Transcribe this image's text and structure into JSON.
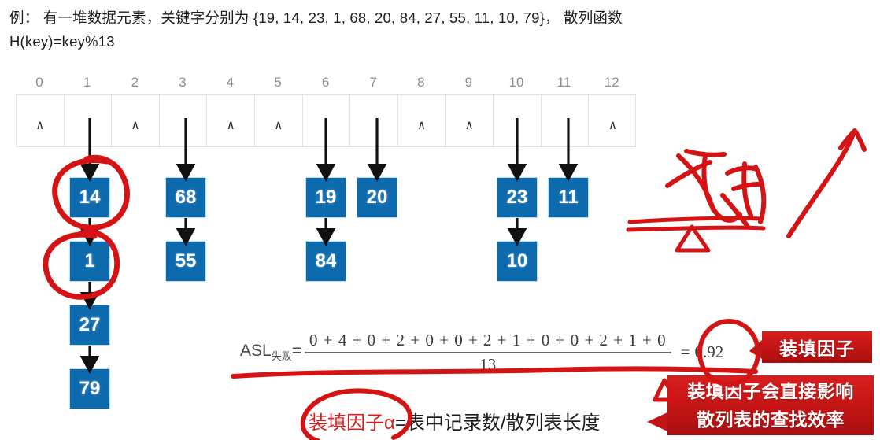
{
  "problem": {
    "line1": "例： 有一堆数据元素，关键字分别为 {19, 14, 23, 1, 68, 20, 84, 27, 55, 11, 10, 79}， 散列函数",
    "line2": "H(key)=key%13"
  },
  "hash_table": {
    "size": 13,
    "indices": [
      "0",
      "1",
      "2",
      "3",
      "4",
      "5",
      "6",
      "7",
      "8",
      "9",
      "10",
      "11",
      "12"
    ],
    "null_symbol": "∧",
    "cells": [
      {
        "index": "0",
        "empty": true,
        "chain": []
      },
      {
        "index": "1",
        "empty": false,
        "chain": [
          "14",
          "1",
          "27",
          "79"
        ]
      },
      {
        "index": "2",
        "empty": true,
        "chain": []
      },
      {
        "index": "3",
        "empty": false,
        "chain": [
          "68",
          "55"
        ]
      },
      {
        "index": "4",
        "empty": true,
        "chain": []
      },
      {
        "index": "5",
        "empty": true,
        "chain": []
      },
      {
        "index": "6",
        "empty": false,
        "chain": [
          "19",
          "84"
        ]
      },
      {
        "index": "7",
        "empty": false,
        "chain": [
          "20"
        ]
      },
      {
        "index": "8",
        "empty": true,
        "chain": []
      },
      {
        "index": "9",
        "empty": true,
        "chain": []
      },
      {
        "index": "10",
        "empty": false,
        "chain": [
          "23",
          "10"
        ]
      },
      {
        "index": "11",
        "empty": false,
        "chain": [
          "11"
        ]
      },
      {
        "index": "12",
        "empty": true,
        "chain": []
      }
    ]
  },
  "nodes": {
    "c1_0": "14",
    "c1_1": "1",
    "c1_2": "27",
    "c1_3": "79",
    "c3_0": "68",
    "c3_1": "55",
    "c6_0": "19",
    "c6_1": "84",
    "c7_0": "20",
    "c10_0": "23",
    "c10_1": "10",
    "c11_0": "11"
  },
  "asl": {
    "label": "ASL",
    "subscript": "失败",
    "equals": "=",
    "numerator": "0 + 4 + 0 + 2 + 0 + 0 + 2 + 1 + 0 + 0 + 2 + 1 + 0",
    "denominator": "13",
    "result_equals": "=",
    "result": "0.92"
  },
  "annotations": {
    "handwriting_success": "成功",
    "callout_factor": "装填因子",
    "callout_effect_line1": "装填因子会直接影响",
    "callout_effect_line2": "散列表的查找效率",
    "definition_red": "装填因子α",
    "definition_rest": "=表中记录数/散列表长度"
  },
  "colors": {
    "node_blue": "#0d6aad",
    "node_border": "#bfe0f2",
    "ink_red": "#d81f1f",
    "callout_red": "#c21414",
    "table_border": "#e2e2e2",
    "index_gray": "#8c8c8c",
    "arrow_black": "#111111"
  }
}
